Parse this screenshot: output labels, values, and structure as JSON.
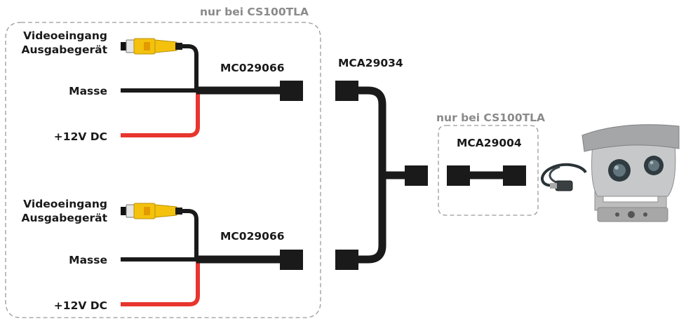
{
  "boxes": {
    "left_label": "nur bei CS100TLA",
    "middle_label": "nur bei CS100TLA"
  },
  "groups": [
    {
      "video_line1": "Videoeingang",
      "video_line2": "Ausgabegerät",
      "ground": "Masse",
      "power": "+12V DC",
      "cable": "MC029066"
    },
    {
      "video_line1": "Videoeingang",
      "video_line2": "Ausgabegerät",
      "ground": "Masse",
      "power": "+12V DC",
      "cable": "MC029066"
    }
  ],
  "y_cable": "MCA29034",
  "extension": "MCA29004",
  "colors": {
    "cable": "#1a1a1a",
    "power": "#e8352d",
    "rca_yellow": "#f4c20d",
    "dash": "#9a9a9a",
    "label_gray": "#8a8a8a"
  }
}
